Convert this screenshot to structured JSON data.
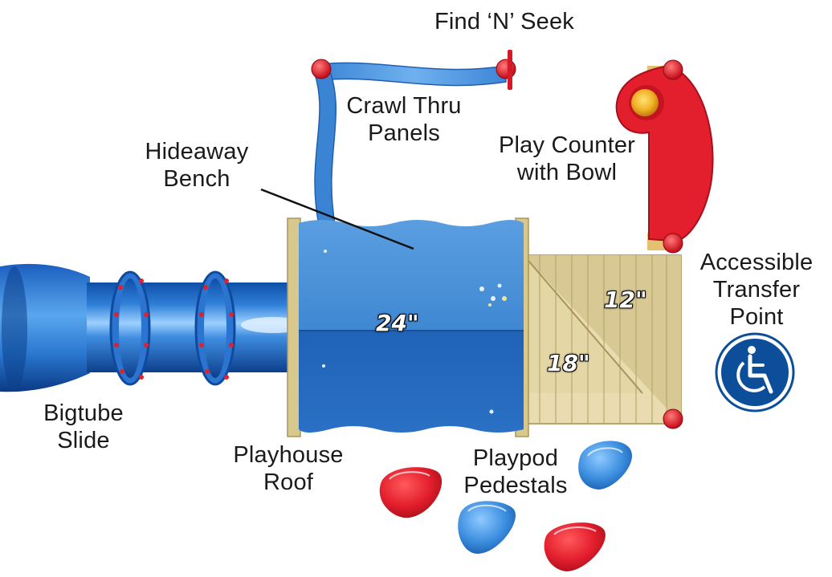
{
  "labels": {
    "find_n_seek": "Find ‘N’ Seek",
    "crawl_thru_1": "Crawl Thru",
    "crawl_thru_2": "Panels",
    "hideaway_1": "Hideaway",
    "hideaway_2": "Bench",
    "play_counter_1": "Play Counter",
    "play_counter_2": "with Bowl",
    "accessible_1": "Accessible",
    "accessible_2": "Transfer",
    "accessible_3": "Point",
    "bigtube_1": "Bigtube",
    "bigtube_2": "Slide",
    "playhouse_1": "Playhouse",
    "playhouse_2": "Roof",
    "playpod_1": "Playpod",
    "playpod_2": "Pedestals"
  },
  "dimensions": {
    "roof_height": "24\"",
    "deck_upper": "12\"",
    "deck_lower": "18\""
  },
  "icons": [
    "wheelchair-accessibility-icon"
  ],
  "colors": {
    "blue_light": "#4a8fd4",
    "blue_dark": "#1c5fb3",
    "red": "#e31e2d",
    "tan": "#e6d8a8",
    "accessible_badge": "#0d4e9a"
  }
}
